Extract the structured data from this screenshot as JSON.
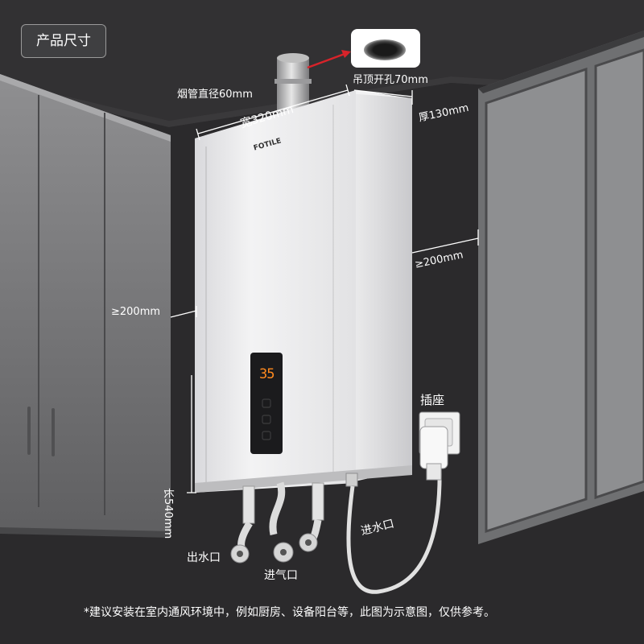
{
  "badge": "产品尺寸",
  "brand": "FOTILE",
  "display_value": "35",
  "dimensions": {
    "flue_diameter": "烟管直径60mm",
    "ceiling_hole": "吊顶开孔70mm",
    "width": "宽320mm",
    "thickness": "厚130mm",
    "clearance_right": "≥200mm",
    "clearance_left": "≥200mm",
    "length": "长540mm"
  },
  "parts": {
    "socket": "插座",
    "water_outlet": "出水口",
    "gas_inlet": "进气口",
    "water_inlet": "进水口"
  },
  "footnote": "*建议安装在室内通风环境中，例如厨房、设备阳台等，此图为示意图，仅供参考。",
  "colors": {
    "background": "#2b2a2c",
    "heater_body": "#e9e9eb",
    "dimension_line": "#ffffff",
    "arrow": "#d8232a",
    "display": "#ff8a1f"
  }
}
